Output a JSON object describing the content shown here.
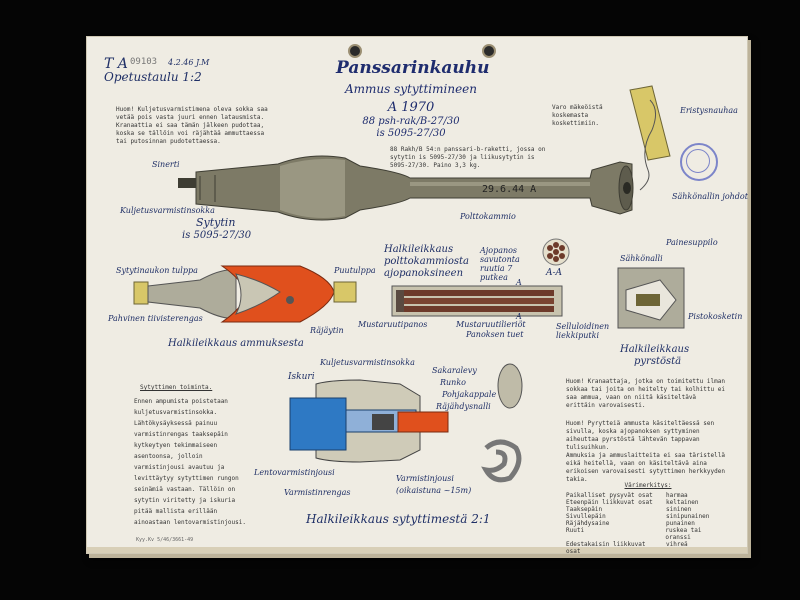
{
  "header": {
    "code": "T A",
    "number": "09103",
    "date": "4.2.46 J.M",
    "board": "Opetustaulu 1:2"
  },
  "title": "Panssarinkauhu",
  "subtitle": "Ammus sytyttimineen",
  "model": "A 1970",
  "designation1": "88 psh-rak/B-27/30",
  "designation2": "is 5095-27/30",
  "notes": {
    "top_left": "Huom! Kuljetusvarmistimena oleva sokka saa vetää pois vasta juuri ennen latausmista. Kranaattia ei saa tämän jälkeen pudottaa, koska se tällöin voi räjähtää ammuttaessa tai putosinnan pudotettaessa.",
    "top_center": "88 Rakh/B 54:n panssari-b-raketti, jossa on sytytin is 5095-27/30 ja liikusytytin is 5095-27/30. Paino 3,3 kg.",
    "top_right": "Varo mäkeöistä koskemasta koskettimiin.",
    "bottom_right_1": "Huom! Kranaattaja, jotka on toimitettu ilman sokkaa tai joita on heitelty tai kolhittu ei saa ammua, vaan on niitä käsiteltävä erittäin varovaisesti.",
    "bottom_right_2": "Huom! Pyrytteiä ammusta käsiteltäessä sen sivulla, koska ajopanoksen syttyminen aiheuttaa pyrstöstä lähtevän tappavan tulisuihkun.",
    "bottom_right_3": "Ammuksia ja ammuslaitteita ei saa täristellä eikä heitellä, vaan on käsiteltävä aina erikoisen varovaisesti sytyttimen herkkyyden takia.",
    "function_title": "Sytyttimen toiminta.",
    "function_text": "Ennen ampumista poistetaan kuljetusvarmistinsokka. Lähtökysäyksessä painuu varmistinrengas taaksepäin kytkeytyen tekimmaiseen asentoonsa, jolloin varmistinjousi avautuu ja levittäytyy sytyttimen rungon seinämiä vastaan. Tällöin on sytytin viritetty ja iskuria pitää mallista erillään ainoastaan lentovarmistinjousi.",
    "footer": "Kyy.Kv 5/46/3661-49"
  },
  "labels": {
    "sinerti": "Sinerti",
    "kuljetus": "Kuljetusvarmistinsokka",
    "sytytin": "Sytytin",
    "sytytin_is": "is 5095-27/30",
    "date_mark": "29.6.44 A",
    "polttokammio": "Polttokammio",
    "eristysnauhaa": "Eristysnauhaa",
    "sahkonallin": "Sähkönallin johdot",
    "sytytinaukon": "Sytytinaukon tulppa",
    "pahvinen": "Pahvinen tiivisterengas",
    "ruutulppa": "Puutulppa",
    "rajaytin": "Räjäytin",
    "halk_ammus": "Halkileikkaus ammuksesta",
    "halk_poltto1": "Halkileikkaus",
    "halk_poltto2": "polttokammiosta",
    "halk_poltto3": "ajopanoksineen",
    "ajopanos": "Ajopanos savutonta ruutia 7 putkea",
    "aa": "A-A",
    "a1": "A",
    "a2": "A",
    "mustaruuti": "Mustaruutipanos",
    "mustaruutiliet": "Mustaruutilieriöt",
    "panoksen": "Panoksen tuet",
    "selluloidi": "Selluloidinen liekkiputki",
    "painesuppilo": "Painesuppilo",
    "sahkonalli": "Sähkönalli",
    "kosketin": "Pistokosketin",
    "halk_pyrsto1": "Halkileikkaus",
    "halk_pyrsto2": "pyrstöstä",
    "kuljetusvarm2": "Kuljetusvarmistinsokka",
    "iskuri": "Iskuri",
    "sakaralevy": "Sakaralevy",
    "runko": "Runko",
    "pohjakappale": "Pohjakappale",
    "rajaydysnalli": "Räjähdysnalli",
    "lentovarm": "Lentovarmistinjousi",
    "varmistinrengas": "Varmistinrengas",
    "varmistinjousi": "Varmistinjousi",
    "oikaistuna": "(oikaistuna ~15m)",
    "halk_sytytin": "Halkileikkaus sytyttimestä 2:1"
  },
  "legend": {
    "title": "Värimerkitys:",
    "rows": [
      [
        "Paikalliset pysyvät osat",
        "harmaa"
      ],
      [
        "Eteenpäin liikkuvat osat",
        "keltainen"
      ],
      [
        "Taaksepäin",
        "sininen"
      ],
      [
        "Sivullepäin",
        "sinipunainen"
      ],
      [
        "Räjähdysaine",
        "punainen"
      ],
      [
        "Ruuti",
        "ruskea tai oranssi"
      ],
      [
        "Edestakaisin liikkuvat osat",
        "vihreä"
      ]
    ]
  },
  "colors": {
    "olive": "#7d7a66",
    "olive_dark": "#4b4a3d",
    "orange": "#e0501d",
    "blue": "#2e79c4",
    "brass": "#d8c768",
    "brown": "#6d3a2a",
    "ink": "#1f2f66"
  }
}
